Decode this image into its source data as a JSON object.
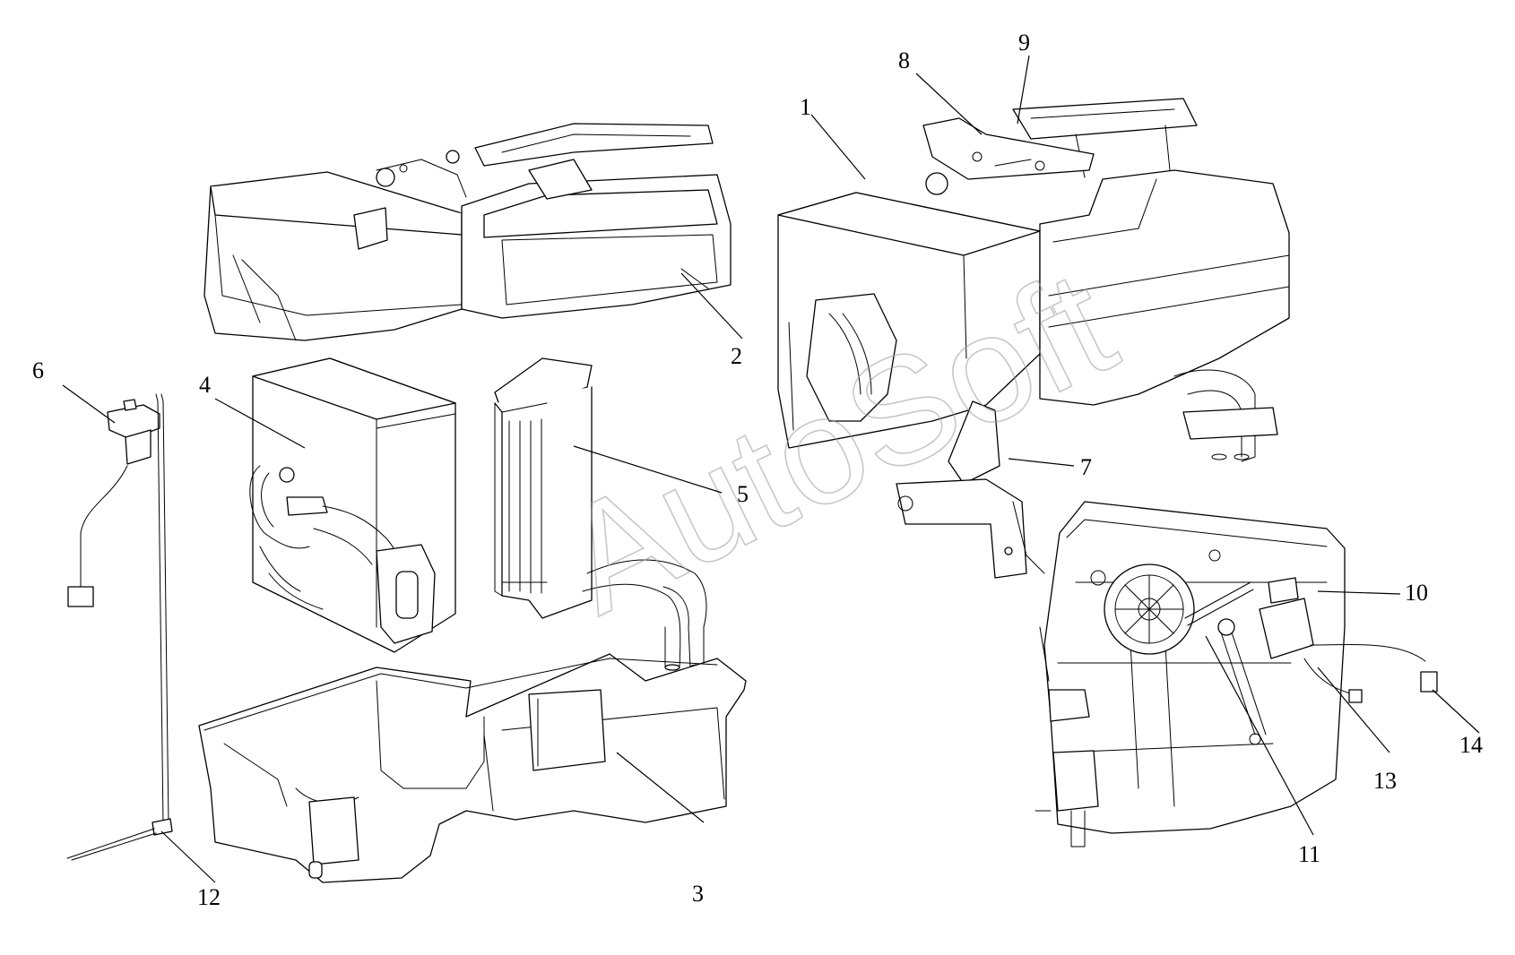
{
  "watermark": "AutoSoft",
  "callouts": [
    {
      "id": "1",
      "label": "1"
    },
    {
      "id": "2",
      "label": "2"
    },
    {
      "id": "3",
      "label": "3"
    },
    {
      "id": "4",
      "label": "4"
    },
    {
      "id": "5",
      "label": "5"
    },
    {
      "id": "6",
      "label": "6"
    },
    {
      "id": "7",
      "label": "7"
    },
    {
      "id": "8",
      "label": "8"
    },
    {
      "id": "9",
      "label": "9"
    },
    {
      "id": "10",
      "label": "10"
    },
    {
      "id": "11",
      "label": "11"
    },
    {
      "id": "12",
      "label": "12"
    },
    {
      "id": "13",
      "label": "13"
    },
    {
      "id": "14",
      "label": "14"
    }
  ]
}
